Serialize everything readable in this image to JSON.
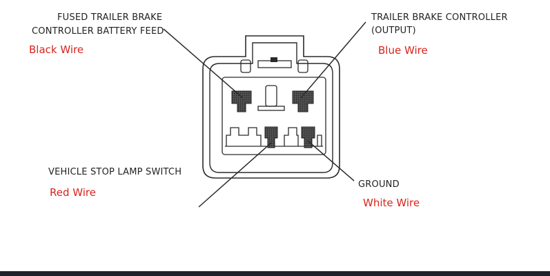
{
  "labels": {
    "battery_feed": {
      "line1": "FUSED TRAILER BRAKE",
      "line2": "CONTROLLER BATTERY FEED",
      "wire": "Black Wire"
    },
    "controller_output": {
      "line1": "TRAILER BRAKE CONTROLLER",
      "line2": "(OUTPUT)",
      "wire": "Blue Wire"
    },
    "stop_lamp": {
      "line1": "VEHICLE STOP LAMP SWITCH",
      "wire": "Red Wire"
    },
    "ground": {
      "line1": "GROUND",
      "wire": "White Wire"
    }
  },
  "colors": {
    "wire_label": "#d9241c",
    "line": "#2a2a2a",
    "terminal_fill": "#3a3a3a"
  }
}
